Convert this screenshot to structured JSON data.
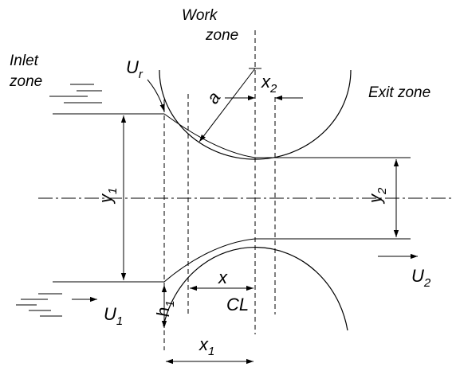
{
  "zones": {
    "work": [
      "Work",
      "zone"
    ],
    "inlet": [
      "Inlet",
      "zone"
    ],
    "exit": "Exit zone"
  },
  "labels": {
    "ur": {
      "main": "U",
      "sub": "r"
    },
    "a": "a",
    "x2": {
      "main": "x",
      "sub": "2"
    },
    "y1": {
      "main": "y",
      "sub": "1"
    },
    "y2": {
      "main": "y",
      "sub": "2"
    },
    "x": "x",
    "cl": "CL",
    "h1": {
      "main": "h",
      "sub": "1"
    },
    "u1": {
      "main": "U",
      "sub": "1"
    },
    "u2": {
      "main": "U",
      "sub": "2"
    },
    "x1": {
      "main": "x",
      "sub": "1"
    }
  }
}
